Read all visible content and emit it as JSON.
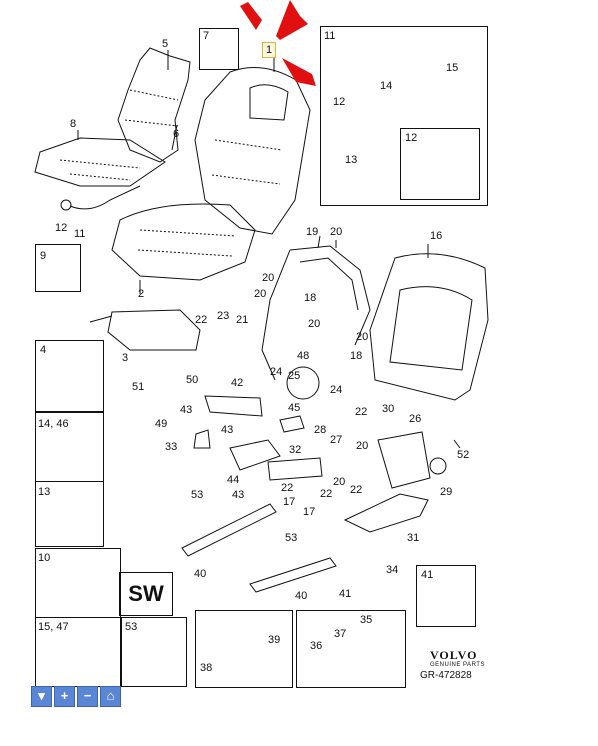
{
  "brand": {
    "name": "VOLVO",
    "subtitle": "GENUINE PARTS",
    "reference": "GR-472828"
  },
  "sw_label": "SW",
  "highlight_label": "1",
  "labels": [
    "5",
    "7",
    "1",
    "11",
    "8",
    "6",
    "14",
    "15",
    "12",
    "13",
    "12",
    "12",
    "11",
    "9",
    "2",
    "19",
    "20",
    "16",
    "20",
    "18",
    "20",
    "20",
    "3",
    "22",
    "23",
    "21",
    "48",
    "20",
    "18",
    "4",
    "50",
    "42",
    "24",
    "25",
    "24",
    "51",
    "43",
    "49",
    "45",
    "28",
    "22",
    "26",
    "30",
    "14, 46",
    "33",
    "43",
    "27",
    "20",
    "52",
    "44",
    "32",
    "20",
    "22",
    "29",
    "13",
    "53",
    "43",
    "22",
    "17",
    "22",
    "17",
    "31",
    "10",
    "53",
    "34",
    "40",
    "40",
    "41",
    "41",
    "15, 47",
    "53",
    "39",
    "35",
    "37",
    "36",
    "38"
  ],
  "accent_colors": {
    "arrow": "#e01010",
    "highlight": "#e8b040",
    "toolbar": "#5a86d6"
  },
  "toolbar": {
    "buttons": [
      {
        "icon": "pointer-icon",
        "glyph": "▾"
      },
      {
        "icon": "zoom-in-icon",
        "glyph": "+"
      },
      {
        "icon": "zoom-out-icon",
        "glyph": "−"
      },
      {
        "icon": "home-icon",
        "glyph": "⌂"
      }
    ]
  }
}
